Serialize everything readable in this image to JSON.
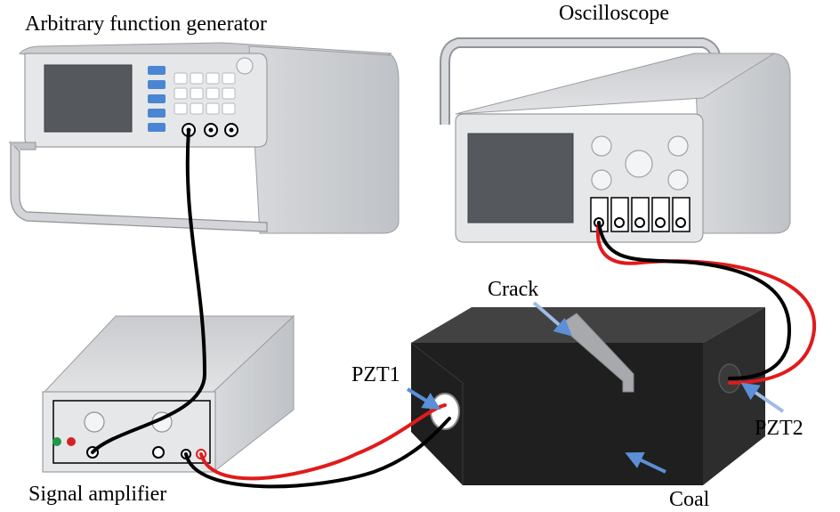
{
  "labels": {
    "function_generator": "Arbitrary function generator",
    "oscilloscope": "Oscilloscope",
    "signal_amplifier": "Signal amplifier",
    "crack": "Crack",
    "coal": "Coal",
    "pzt1": "PZT1",
    "pzt2": "PZT2"
  },
  "colors": {
    "device_front": "#e6e7e9",
    "device_side": "#cfd1d4",
    "screen": "#55595e",
    "button_blue": "#4a86d4",
    "coal_front": "#1f1f1f",
    "coal_side": "#2d2d2d",
    "coal_top": "#424242",
    "crack": "#a7a9ac",
    "wire_red": "#e01b1b",
    "wire_black": "#000000",
    "arrow": "#5b8fd6",
    "led_green": "#1e9a48",
    "led_red": "#d42127"
  }
}
